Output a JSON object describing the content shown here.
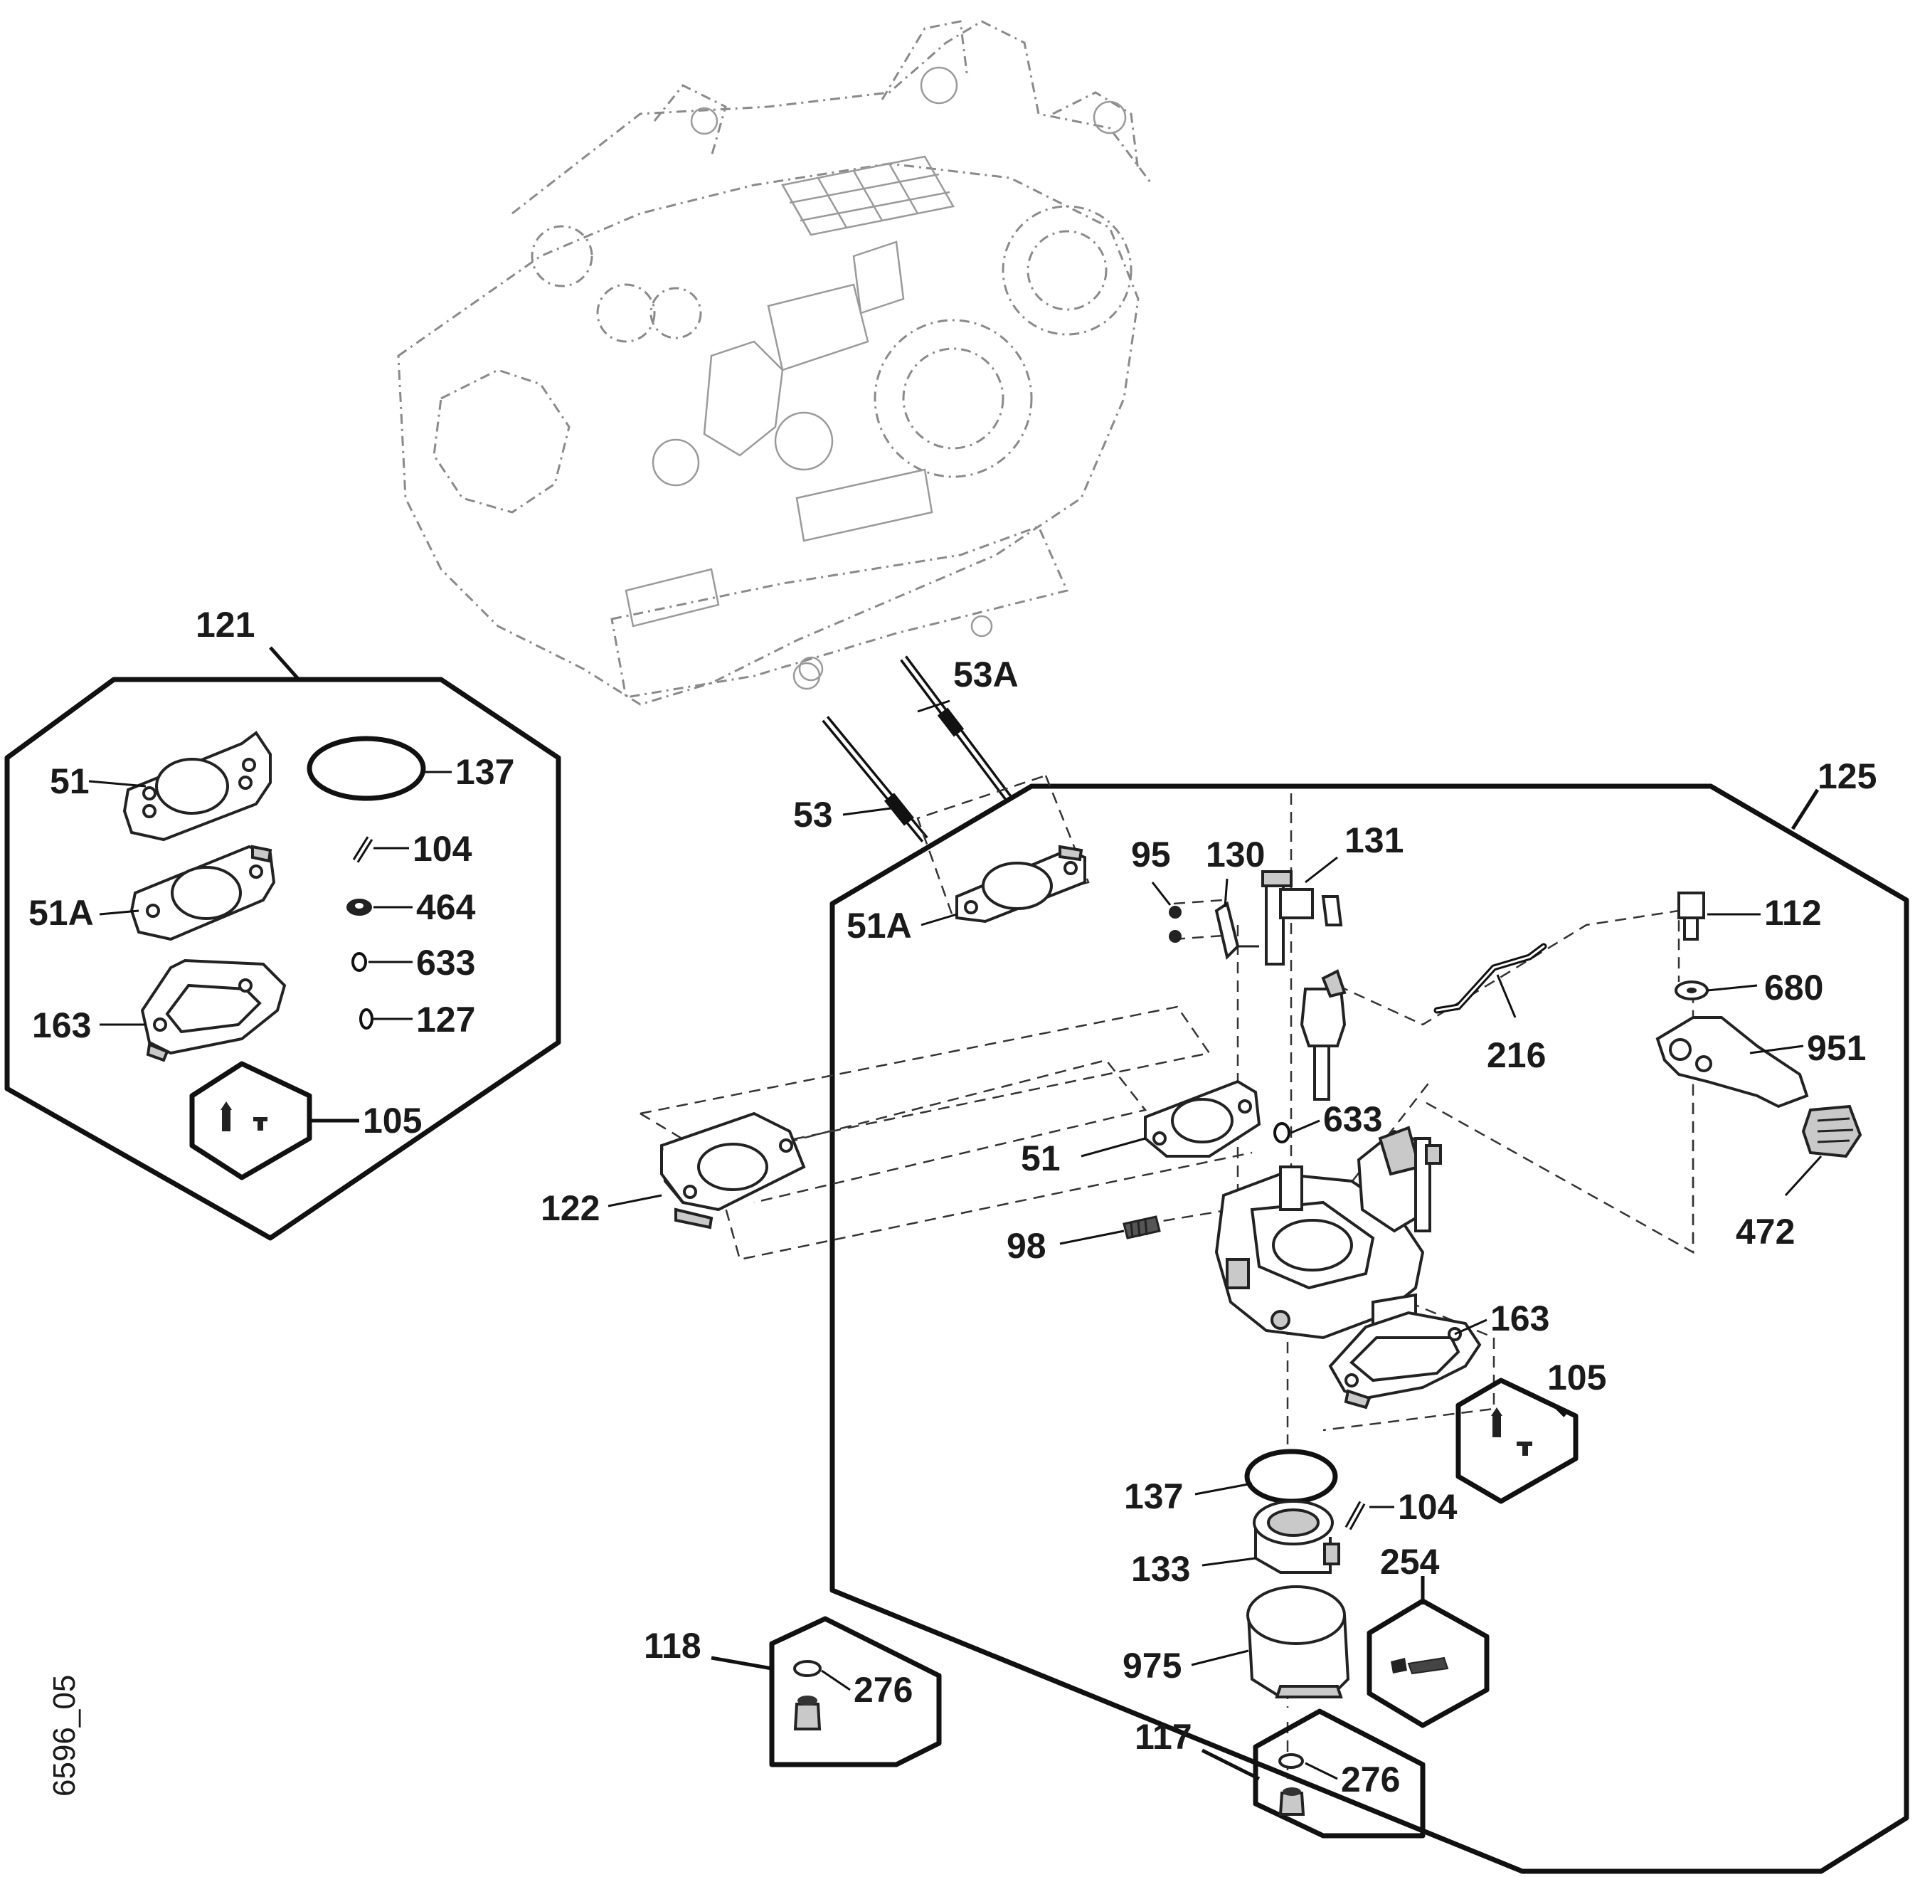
{
  "diagram_code": "6596_05",
  "kits": {
    "kit_121": "121",
    "kit_125": "125",
    "kit_105_a": "105",
    "kit_105_b": "105",
    "kit_118": "118",
    "kit_117": "117",
    "kit_254": "254"
  },
  "callouts": {
    "c51_kit": "51",
    "c51a_kit": "51A",
    "c163_kit": "163",
    "c137_kit": "137",
    "c104_kit": "104",
    "c464_kit": "464",
    "c633_kit": "633",
    "c127_kit": "127",
    "c53a": "53A",
    "c53": "53",
    "c51a_main": "51A",
    "c95": "95",
    "c130": "130",
    "c131": "131",
    "c112": "112",
    "c680": "680",
    "c951": "951",
    "c216": "216",
    "c472": "472",
    "c633_main": "633",
    "c51_main": "51",
    "c122": "122",
    "c98": "98",
    "c163_main": "163",
    "c137_main": "137",
    "c104_main": "104",
    "c133": "133",
    "c975": "975",
    "c276_118": "276",
    "c276_117": "276"
  }
}
